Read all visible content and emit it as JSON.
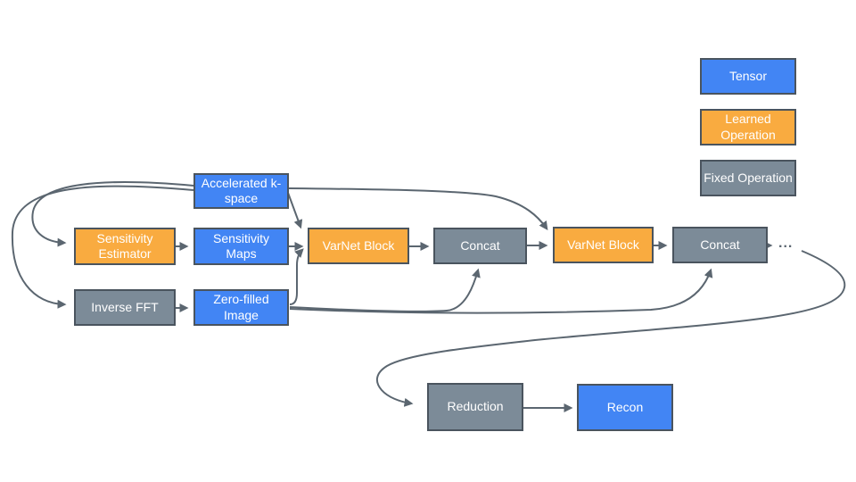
{
  "colors": {
    "tensor": "#4285F4",
    "learned": "#F9AB40",
    "fixed": "#7C8B98",
    "border": "#4A545E",
    "arrow": "#5B6670",
    "label": "#FFFFFF",
    "dots": "#5B6670"
  },
  "legend": {
    "items": [
      {
        "label": "Tensor",
        "type": "tensor"
      },
      {
        "label": "Learned Operation",
        "type": "learned"
      },
      {
        "label": "Fixed Operation",
        "type": "fixed"
      }
    ]
  },
  "nodes": [
    {
      "id": "accelerated-k-space",
      "label": "Accelerated k-space",
      "type": "tensor"
    },
    {
      "id": "sensitivity-estimator",
      "label": "Sensitivity Estimator",
      "type": "learned"
    },
    {
      "id": "sensitivity-maps",
      "label": "Sensitivity Maps",
      "type": "tensor"
    },
    {
      "id": "inverse-fft",
      "label": "Inverse FFT",
      "type": "fixed"
    },
    {
      "id": "zero-filled-image",
      "label": "Zero-filled Image",
      "type": "tensor"
    },
    {
      "id": "varnet-block-1",
      "label": "VarNet Block",
      "type": "learned"
    },
    {
      "id": "concat-1",
      "label": "Concat",
      "type": "fixed"
    },
    {
      "id": "varnet-block-2",
      "label": "VarNet Block",
      "type": "learned"
    },
    {
      "id": "concat-2",
      "label": "Concat",
      "type": "fixed"
    },
    {
      "id": "reduction",
      "label": "Reduction",
      "type": "fixed"
    },
    {
      "id": "recon",
      "label": "Recon",
      "type": "tensor"
    }
  ],
  "ellipsis": "...",
  "edges": [
    {
      "from": "accelerated-k-space",
      "to": "sensitivity-estimator"
    },
    {
      "from": "accelerated-k-space",
      "to": "inverse-fft"
    },
    {
      "from": "accelerated-k-space",
      "to": "varnet-block-1"
    },
    {
      "from": "accelerated-k-space",
      "to": "varnet-block-2"
    },
    {
      "from": "sensitivity-estimator",
      "to": "sensitivity-maps"
    },
    {
      "from": "inverse-fft",
      "to": "zero-filled-image"
    },
    {
      "from": "sensitivity-maps",
      "to": "varnet-block-1"
    },
    {
      "from": "zero-filled-image",
      "to": "varnet-block-1"
    },
    {
      "from": "zero-filled-image",
      "to": "concat-1"
    },
    {
      "from": "zero-filled-image",
      "to": "concat-2"
    },
    {
      "from": "varnet-block-1",
      "to": "concat-1"
    },
    {
      "from": "concat-1",
      "to": "varnet-block-2"
    },
    {
      "from": "varnet-block-2",
      "to": "concat-2"
    },
    {
      "from": "concat-2",
      "to": "ellipsis"
    },
    {
      "from": "ellipsis",
      "to": "reduction"
    },
    {
      "from": "reduction",
      "to": "recon"
    }
  ]
}
